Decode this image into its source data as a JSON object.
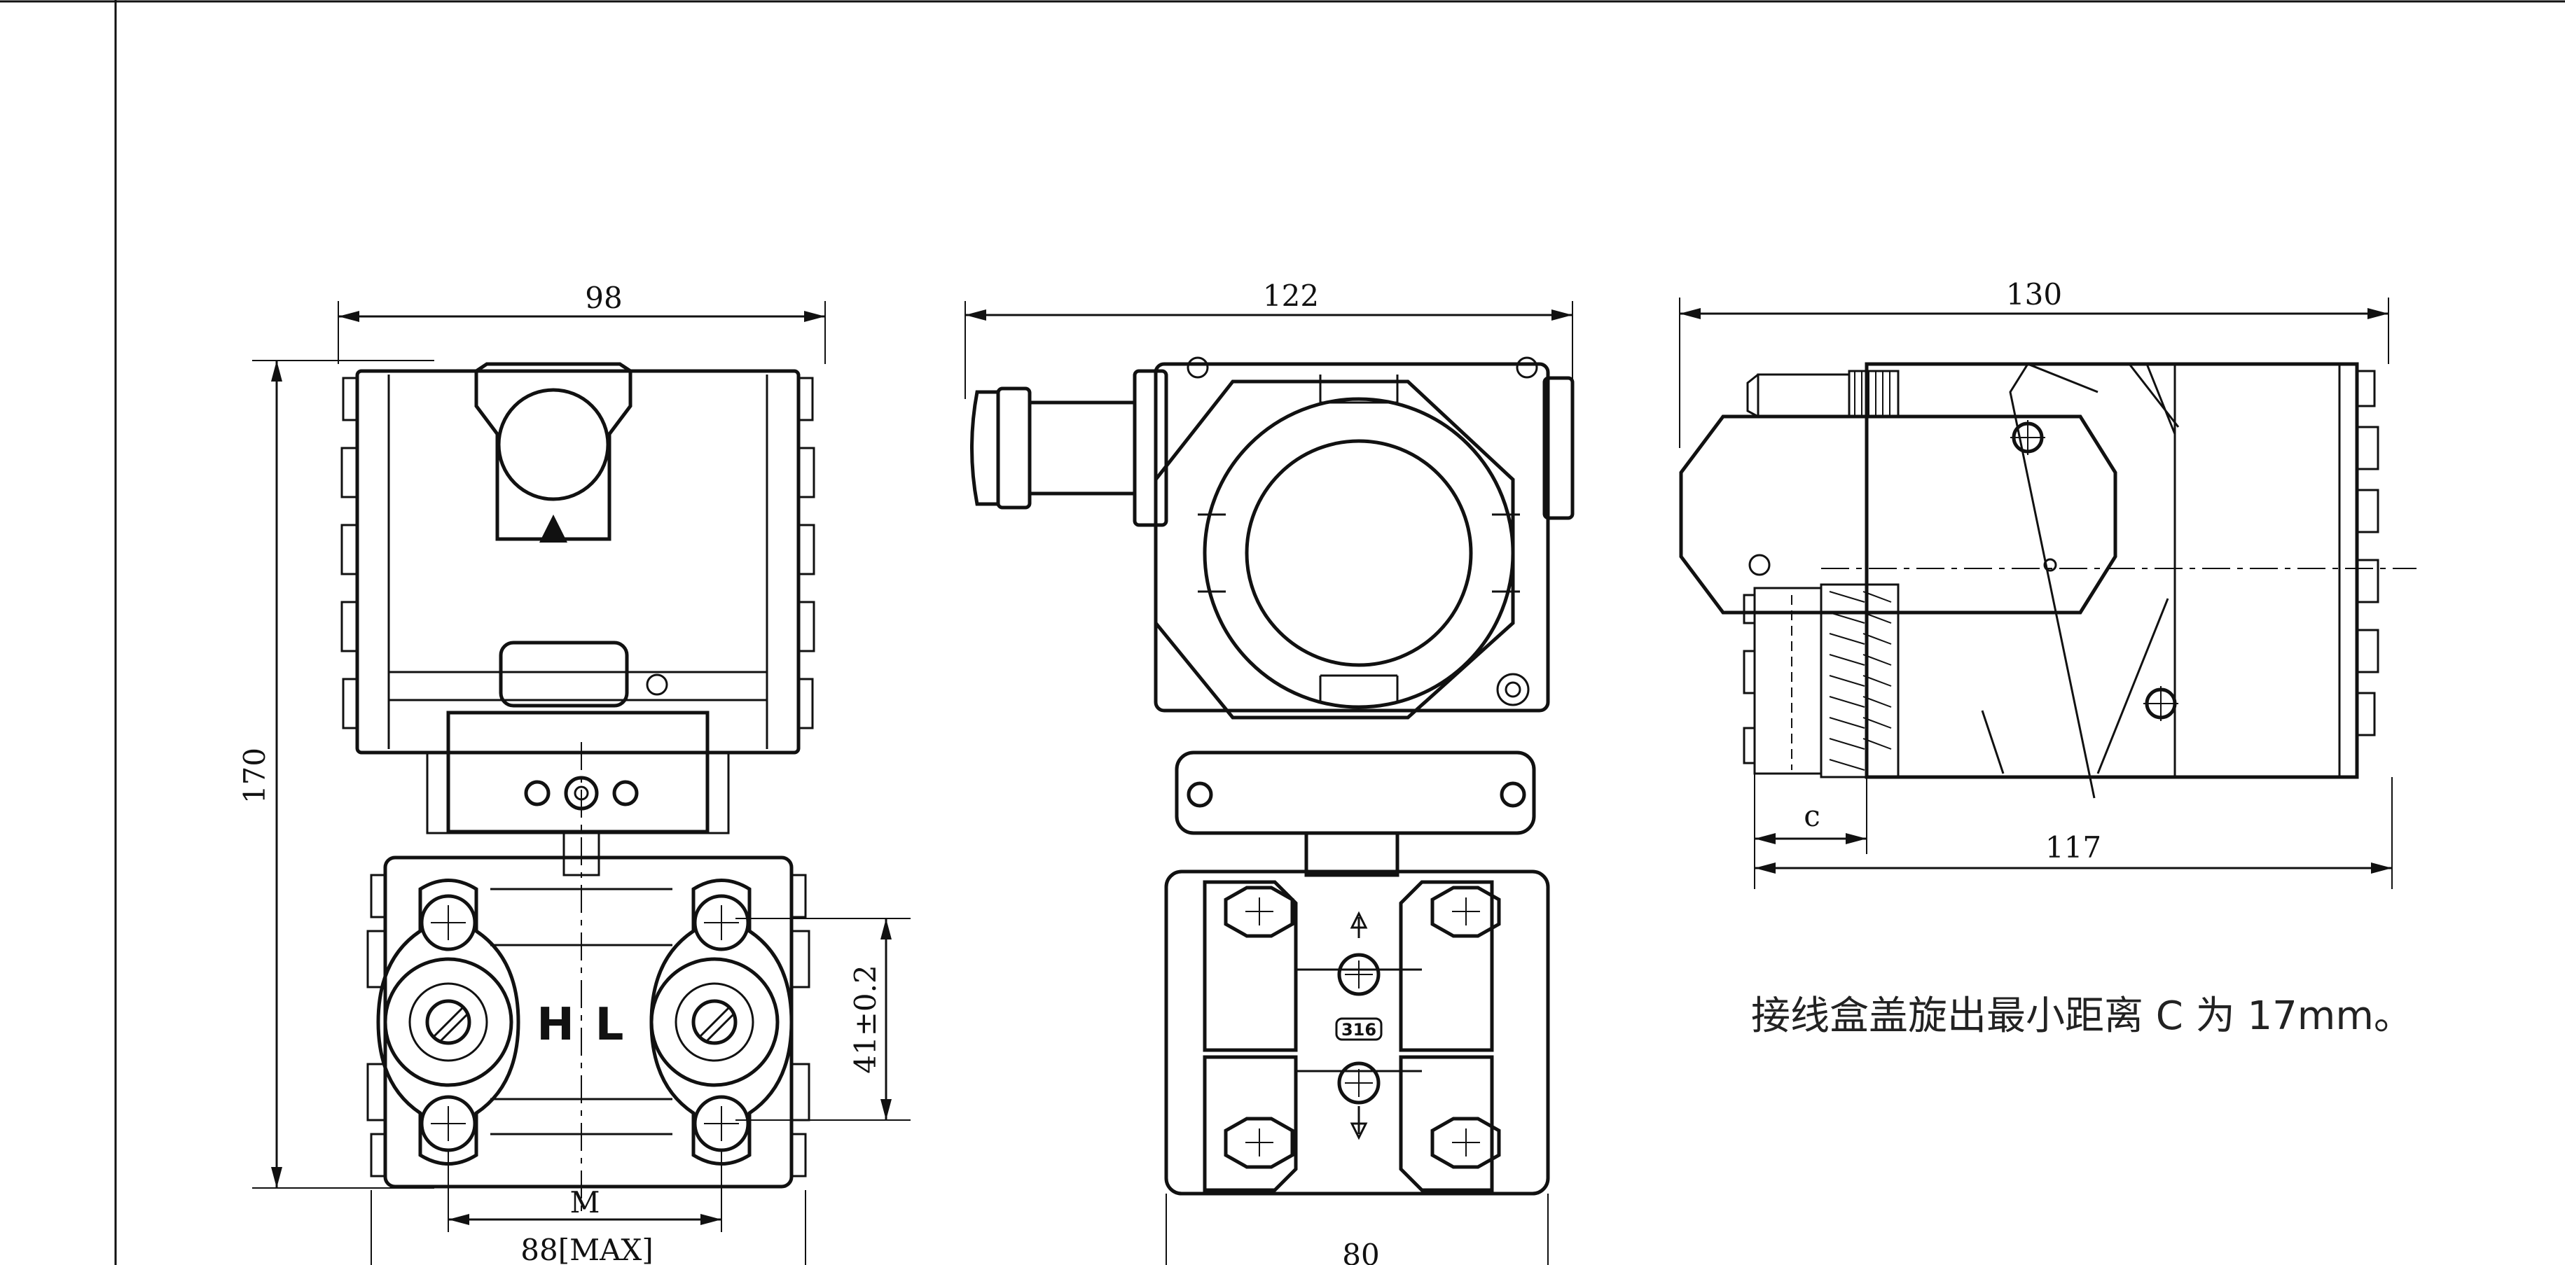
{
  "dimensions": {
    "front_width": "98",
    "front_height": "170",
    "flange_spacing": "41±0.2",
    "bottom_label_m": "M",
    "bottom_max": "88[MAX]",
    "side_width": "122",
    "side_bottom": "80",
    "right_width": "130",
    "right_c": "c",
    "right_bottom": "117"
  },
  "markings": {
    "high_side": "H",
    "low_side": "L",
    "material_tag": "316"
  },
  "note": "接线盒盖旋出最小距离 C 为 17mm。"
}
